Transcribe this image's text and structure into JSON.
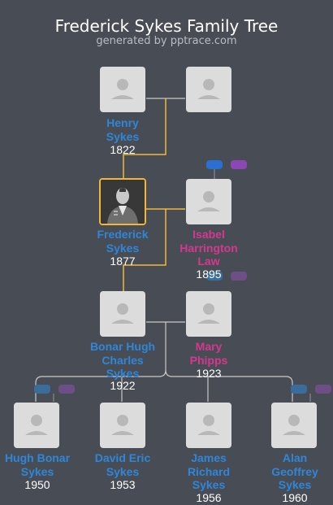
{
  "header": {
    "title": "Frederick Sykes Family Tree",
    "subtitle": "generated by pptrace.com"
  },
  "colors": {
    "background": "#484d55",
    "male_name": "#2f86d8",
    "female_name": "#d6378e",
    "focus_border": "#f2b63a",
    "ancestor_line": "#f2b63a",
    "tree_line": "#c8c8c8"
  },
  "people": {
    "henry": {
      "name_lines": [
        "Henry",
        "Sykes"
      ],
      "year": "1822"
    },
    "frederick": {
      "name_lines": [
        "Frederick",
        "Sykes"
      ],
      "year": "1877"
    },
    "isabel": {
      "name_lines": [
        "Isabel",
        "Harrington",
        "Law"
      ],
      "year": "1895"
    },
    "bonar": {
      "name_lines": [
        "Bonar Hugh",
        "Charles",
        "Sykes"
      ],
      "year": "1922"
    },
    "mary": {
      "name_lines": [
        "Mary",
        "Phipps"
      ],
      "year": "1923"
    },
    "hugh": {
      "name_lines": [
        "Hugh Bonar",
        "Sykes"
      ],
      "year": "1950"
    },
    "david": {
      "name_lines": [
        "David Eric",
        "Sykes"
      ],
      "year": "1953"
    },
    "james": {
      "name_lines": [
        "James",
        "Richard",
        "Sykes"
      ],
      "year": "1956"
    },
    "alan": {
      "name_lines": [
        "Alan",
        "Geoffrey",
        "Sykes"
      ],
      "year": "1960"
    }
  },
  "icons": {
    "placeholder": "person-silhouette-icon",
    "photo": "portrait-photo"
  }
}
